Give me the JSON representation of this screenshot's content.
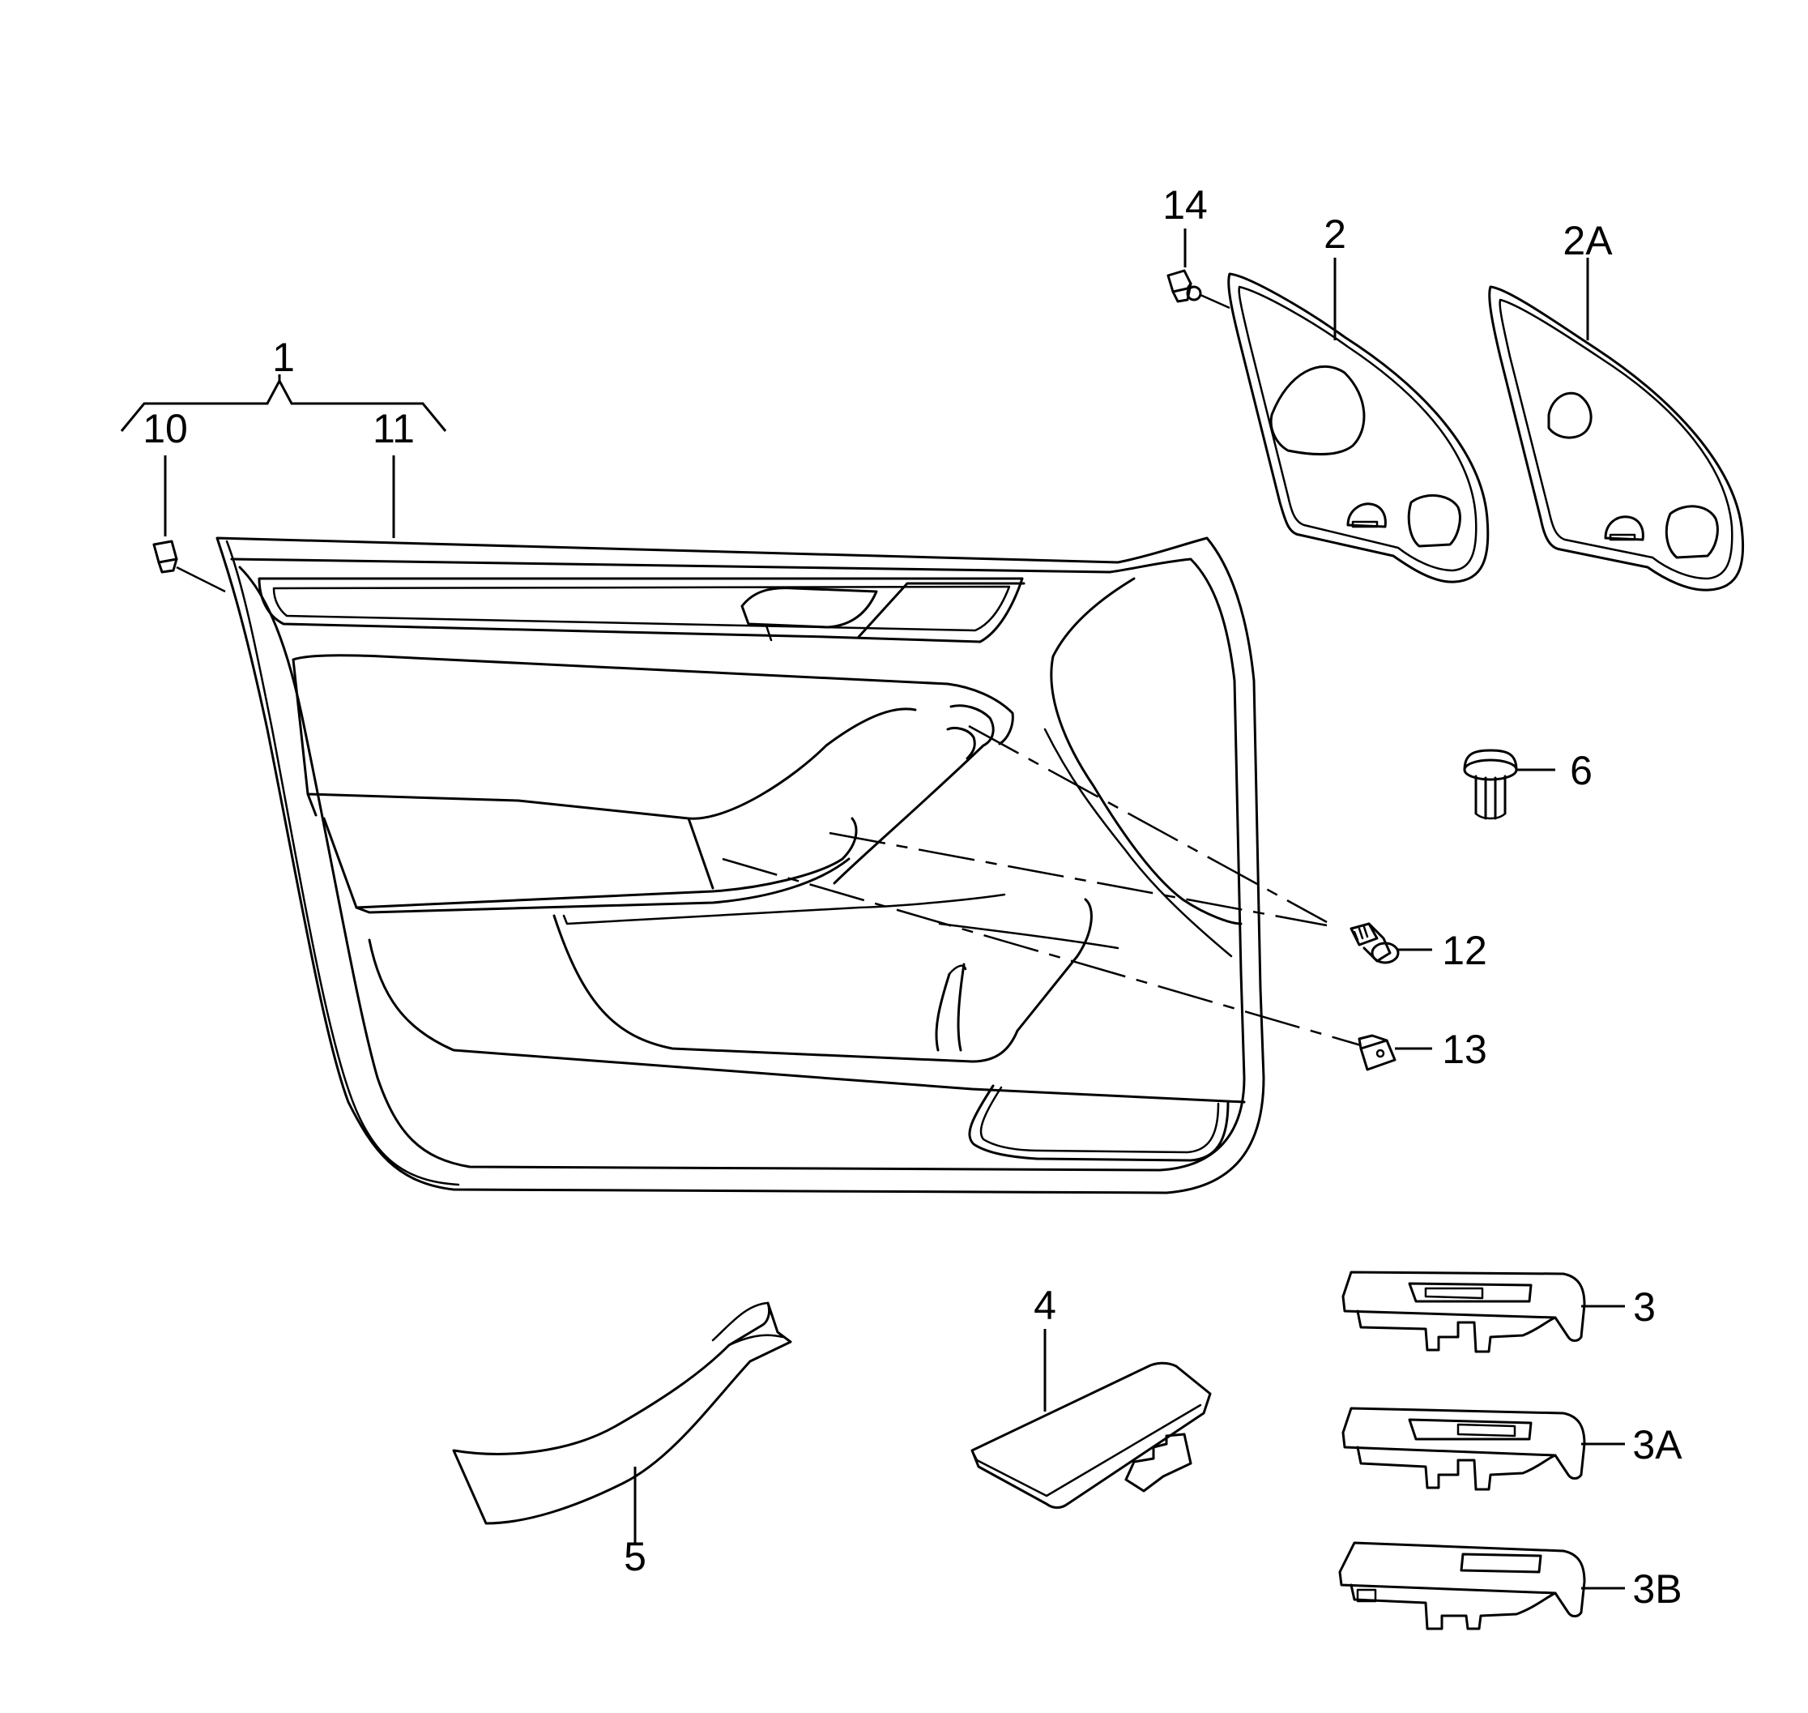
{
  "callouts": {
    "c1": "1",
    "c10": "10",
    "c11": "11",
    "c14": "14",
    "c2": "2",
    "c2a": "2A",
    "c6": "6",
    "c12": "12",
    "c13": "13",
    "c3": "3",
    "c3a": "3A",
    "c3b": "3B",
    "c4": "4",
    "c5": "5"
  }
}
